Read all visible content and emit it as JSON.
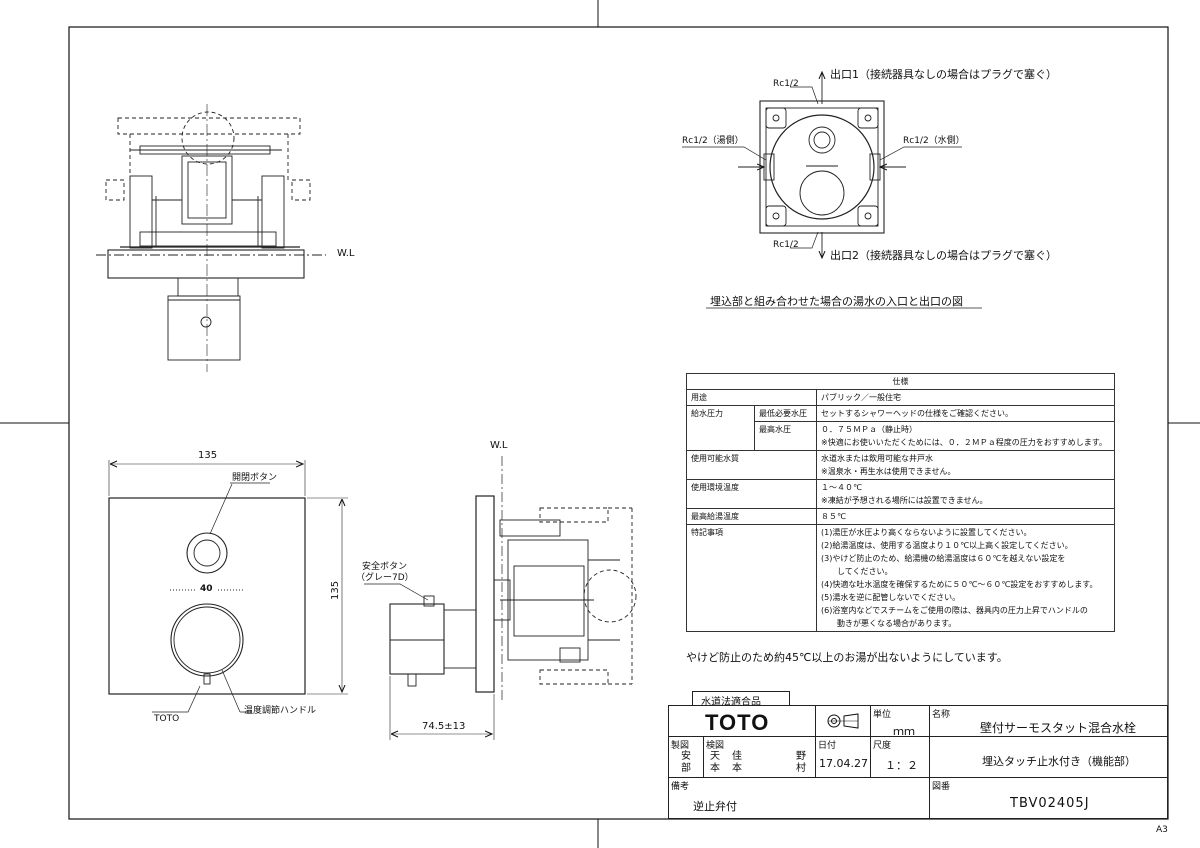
{
  "dims": {
    "width_top": "135",
    "height_side": "135",
    "depth": "74.5±13"
  },
  "labels": {
    "wl_top": "W.L",
    "wl_side": "W.L",
    "open_close_button": "開閉ボタン",
    "safety_button": "安全ボタン",
    "safety_button_color": "（グレー7D）",
    "toto_mark": "TOTO",
    "temp_handle": "温度調節ハンドル",
    "dial_40": "40",
    "rc_top": "Rc1/2",
    "rc_bottom": "Rc1/2",
    "rc_hot": "Rc1/2（湯側）",
    "rc_cold": "Rc1/2（水側）",
    "outlet1": "出口1（接続器具なしの場合はプラグで塞ぐ）",
    "outlet2": "出口2（接続器具なしの場合はプラグで塞ぐ）",
    "diagram_caption": "埋込部と組み合わせた場合の湯水の入口と出口の図",
    "burn_note": "やけど防止のため約45℃以上のお湯が出ないようにしています。",
    "sheet_size": "A3"
  },
  "spec": {
    "header": "仕様",
    "use_label": "用途",
    "use_value": "パブリック／一般住宅",
    "pressure_label": "給水圧力",
    "min_pressure_label": "最低必要水圧",
    "min_pressure_value": "セットするシャワーヘッドの仕様をご確認ください。",
    "max_pressure_label": "最高水圧",
    "max_pressure_value": "０．７５ＭＰａ（静止時）",
    "max_pressure_note": "※快適にお使いいただくためには、０．２ＭＰａ程度の圧力をおすすめします。",
    "water_label": "使用可能水質",
    "water_value": "水道水または飲用可能な井戸水",
    "water_note": "※温泉水・再生水は使用できません。",
    "env_label": "使用環境温度",
    "env_value": "１～４０℃",
    "env_note": "※凍結が予想される場所には設置できません。",
    "hot_label": "最高給湯温度",
    "hot_value": "８５℃",
    "notes_label": "特記事項",
    "notes": [
      "(1)湯圧が水圧より高くならないように設置してください。",
      "(2)給湯温度は、使用する温度より１０℃以上高く設定してください。",
      "(3)やけど防止のため、給湯機の給湯温度は６０℃を越えない設定を",
      "　　してください。",
      "(4)快適な吐水温度を確保するために５０℃～６０℃設定をおすすめします。",
      "(5)湯水を逆に配管しないでください。",
      "(6)浴室内などでスチームをご使用の際は、器具内の圧力上昇でハンドルの",
      "　　動きが悪くなる場合があります。"
    ]
  },
  "title_block": {
    "cert": "水道法適合品",
    "logo": "TOTO",
    "unit_label": "単位",
    "unit_value": "ｍｍ",
    "name_label": "名称",
    "product_name": "壁付サーモスタット混合水栓",
    "subtitle": "埋込タッチ止水付き（機能部）",
    "made_label": "製図",
    "made_by": "安部",
    "check_label": "検図",
    "checked_by_1": "天本",
    "checked_by_2": "佳本",
    "checked_by_3": "野村",
    "date_label": "日付",
    "date_value": "17.04.27",
    "scale_label": "尺度",
    "scale_value": "１：２",
    "remarks_label": "備考",
    "remarks_value": "逆止弁付",
    "drawing_no_label": "図番",
    "drawing_no": "TBV02405J"
  }
}
